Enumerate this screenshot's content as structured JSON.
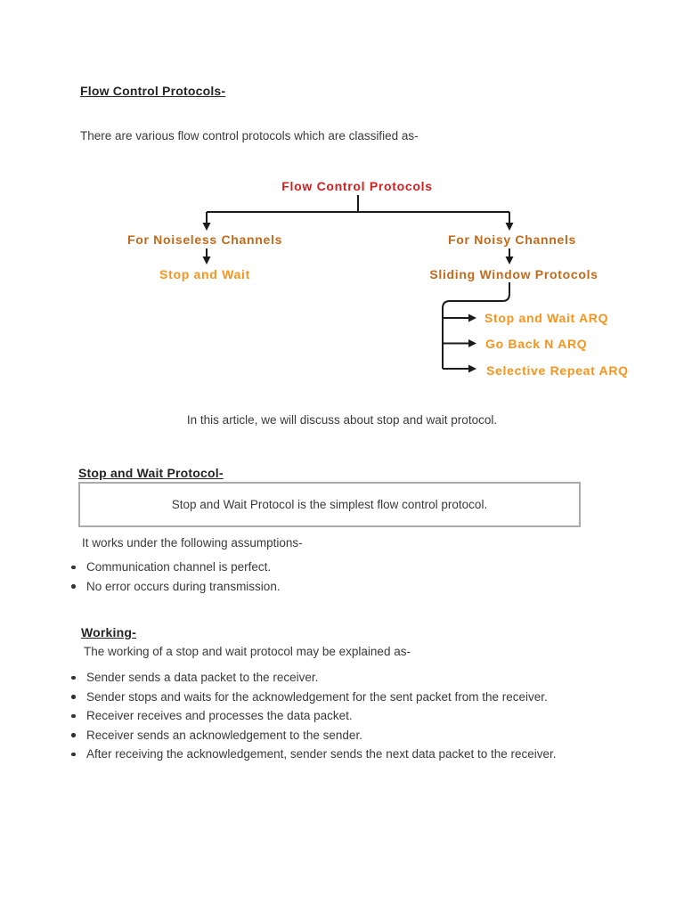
{
  "document": {
    "heading1": "Flow Control Protocols-",
    "intro": "There are various flow control protocols which are classified as-",
    "diagram": {
      "root": "Flow Control Protocols",
      "left_branch": "For Noiseless Channels",
      "right_branch": "For Noisy Channels",
      "left_leaf": "Stop and Wait",
      "right_leaf": "Sliding Window Protocols",
      "arq_items": [
        "Stop and Wait ARQ",
        "Go Back N ARQ",
        "Selective Repeat ARQ"
      ],
      "colors": {
        "root": "#d02020",
        "branch": "#c16a1b",
        "leaf": "#f7941d",
        "line": "#1b1b1b"
      }
    },
    "article_note": "In this article, we will discuss about stop and wait protocol.",
    "heading2": "Stop and Wait Protocol-",
    "definition_box": "Stop and Wait Protocol is the simplest flow control protocol.",
    "assumptions_intro": "It works under the following assumptions-",
    "assumptions": [
      "Communication channel is perfect.",
      "No error occurs during transmission."
    ],
    "heading3": "Working-",
    "working_intro": "The working of a stop and wait protocol may be explained as-",
    "working_steps": [
      "Sender sends a data packet to the receiver.",
      "Sender stops and waits for the acknowledgement for the sent packet from the receiver.",
      "Receiver receives and processes the data packet.",
      "Receiver sends an acknowledgement to the sender.",
      "After receiving the acknowledgement, sender sends the next data packet to the receiver."
    ]
  }
}
